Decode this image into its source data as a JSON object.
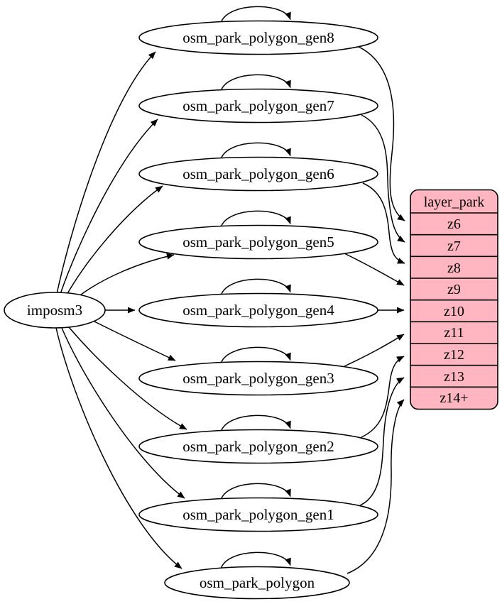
{
  "diagram": {
    "background_color": "#ffffff",
    "edge_color": "#000000",
    "node": {
      "fill": "#ffffff",
      "stroke": "#000000"
    },
    "source": {
      "label": "imposm3"
    },
    "tables": [
      {
        "label": "osm_park_polygon_gen8",
        "target_row": "z6"
      },
      {
        "label": "osm_park_polygon_gen7",
        "target_row": "z7"
      },
      {
        "label": "osm_park_polygon_gen6",
        "target_row": "z8"
      },
      {
        "label": "osm_park_polygon_gen5",
        "target_row": "z9"
      },
      {
        "label": "osm_park_polygon_gen4",
        "target_row": "z10"
      },
      {
        "label": "osm_park_polygon_gen3",
        "target_row": "z11"
      },
      {
        "label": "osm_park_polygon_gen2",
        "target_row": "z12"
      },
      {
        "label": "osm_park_polygon_gen1",
        "target_row": "z13"
      },
      {
        "label": "osm_park_polygon",
        "target_row": "z14+"
      }
    ],
    "layer_table": {
      "title": "layer_park",
      "rows": [
        "z6",
        "z7",
        "z8",
        "z9",
        "z10",
        "z11",
        "z12",
        "z13",
        "z14+"
      ],
      "fill": "#ffb6c1",
      "stroke": "#000000"
    },
    "edges": [
      {
        "from": "imposm3",
        "to": "osm_park_polygon_gen8"
      },
      {
        "from": "imposm3",
        "to": "osm_park_polygon_gen7"
      },
      {
        "from": "imposm3",
        "to": "osm_park_polygon_gen6"
      },
      {
        "from": "imposm3",
        "to": "osm_park_polygon_gen5"
      },
      {
        "from": "imposm3",
        "to": "osm_park_polygon_gen4"
      },
      {
        "from": "imposm3",
        "to": "osm_park_polygon_gen3"
      },
      {
        "from": "imposm3",
        "to": "osm_park_polygon_gen2"
      },
      {
        "from": "imposm3",
        "to": "osm_park_polygon_gen1"
      },
      {
        "from": "imposm3",
        "to": "osm_park_polygon"
      },
      {
        "from": "osm_park_polygon_gen8",
        "to": "osm_park_polygon_gen8",
        "type": "self-loop"
      },
      {
        "from": "osm_park_polygon_gen7",
        "to": "osm_park_polygon_gen7",
        "type": "self-loop"
      },
      {
        "from": "osm_park_polygon_gen6",
        "to": "osm_park_polygon_gen6",
        "type": "self-loop"
      },
      {
        "from": "osm_park_polygon_gen5",
        "to": "osm_park_polygon_gen5",
        "type": "self-loop"
      },
      {
        "from": "osm_park_polygon_gen4",
        "to": "osm_park_polygon_gen4",
        "type": "self-loop"
      },
      {
        "from": "osm_park_polygon_gen3",
        "to": "osm_park_polygon_gen3",
        "type": "self-loop"
      },
      {
        "from": "osm_park_polygon_gen2",
        "to": "osm_park_polygon_gen2",
        "type": "self-loop"
      },
      {
        "from": "osm_park_polygon_gen1",
        "to": "osm_park_polygon_gen1",
        "type": "self-loop"
      },
      {
        "from": "osm_park_polygon",
        "to": "osm_park_polygon",
        "type": "self-loop"
      },
      {
        "from": "osm_park_polygon_gen8",
        "to": "layer_park.z6"
      },
      {
        "from": "osm_park_polygon_gen7",
        "to": "layer_park.z7"
      },
      {
        "from": "osm_park_polygon_gen6",
        "to": "layer_park.z8"
      },
      {
        "from": "osm_park_polygon_gen5",
        "to": "layer_park.z9"
      },
      {
        "from": "osm_park_polygon_gen4",
        "to": "layer_park.z10"
      },
      {
        "from": "osm_park_polygon_gen3",
        "to": "layer_park.z11"
      },
      {
        "from": "osm_park_polygon_gen2",
        "to": "layer_park.z12"
      },
      {
        "from": "osm_park_polygon_gen1",
        "to": "layer_park.z13"
      },
      {
        "from": "osm_park_polygon",
        "to": "layer_park.z14+"
      }
    ]
  }
}
